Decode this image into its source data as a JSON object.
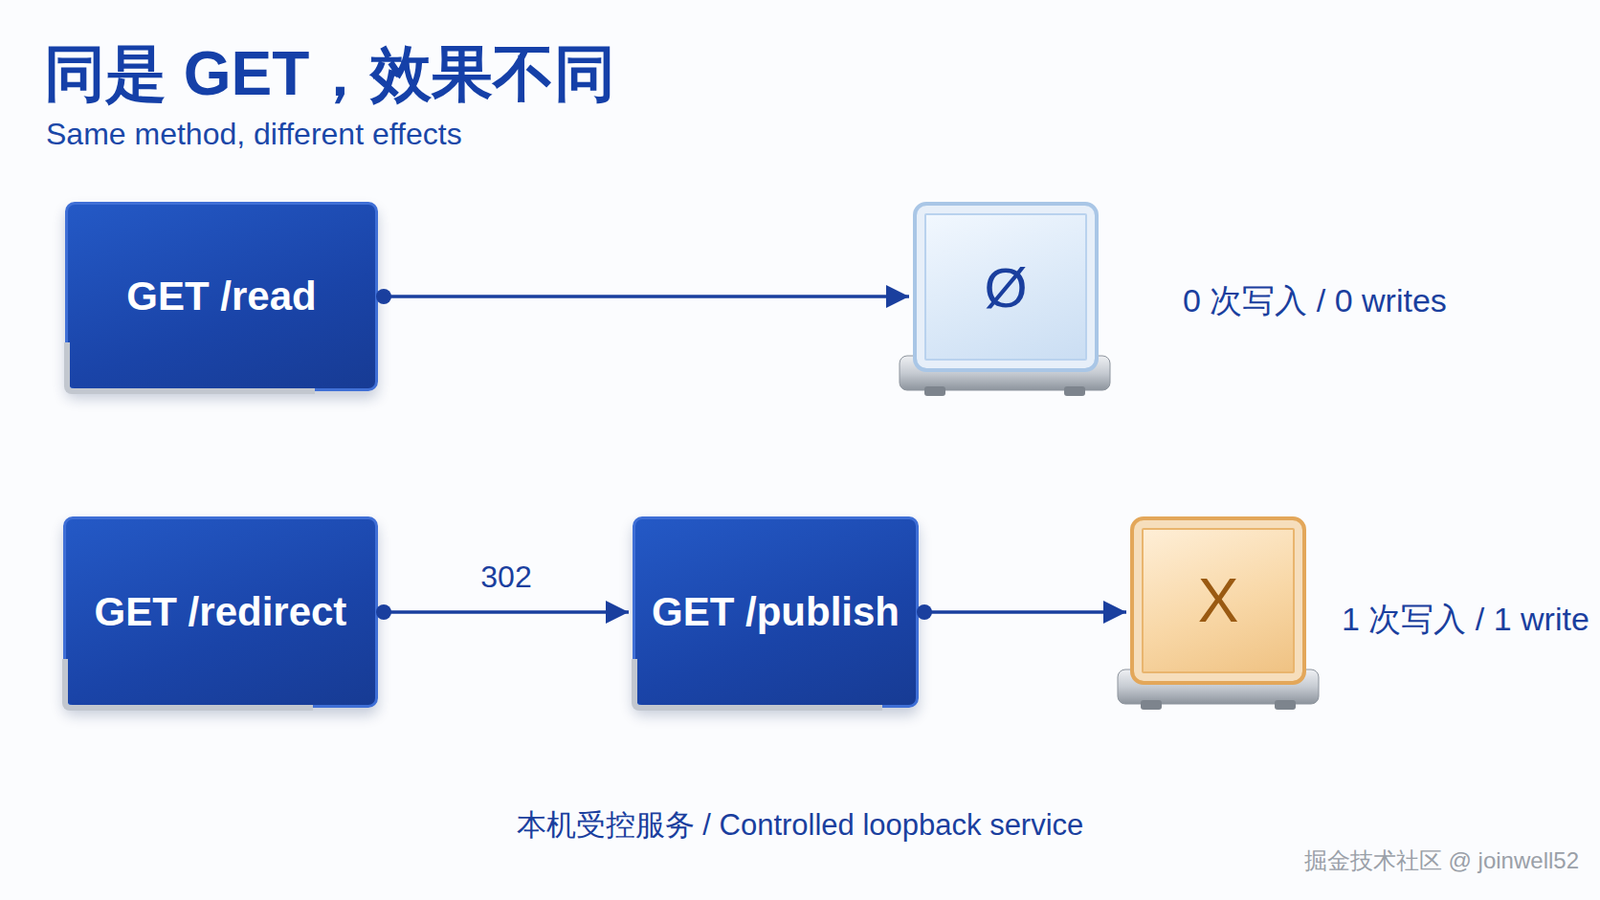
{
  "diagram": {
    "title": "同是 GET，效果不同",
    "caption": "本机受控服务 / Controlled loopback service",
    "nodes": [
      {
        "text": [
          "GET /read"
        ]
      },
      {
        "text": [
          "Ø"
        ]
      },
      {
        "text": [
          "GET /redirect"
        ]
      },
      {
        "text": [
          "GET /publish"
        ]
      },
      {
        "text": [
          "X"
        ]
      }
    ],
    "edges": [
      {
        "from": 0,
        "to": 1,
        "arrow": "to"
      },
      {
        "from": 2,
        "to": 3,
        "label": "302",
        "arrow": "to"
      },
      {
        "from": 3,
        "to": 4,
        "arrow": "to"
      }
    ],
    "labels": [
      "Same method, different effects",
      "0 次写入 / 0 writes",
      "1 次写入 / 1 write",
      "掘金技术社区 @ joinwell52"
    ]
  }
}
